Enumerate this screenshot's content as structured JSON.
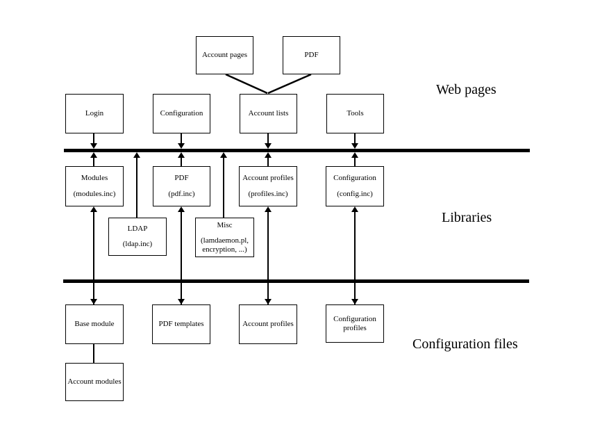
{
  "layers": {
    "web_pages": "Web pages",
    "libraries": "Libraries",
    "configuration_files": "Configuration files"
  },
  "boxes": {
    "account_pages": {
      "title": "Account pages"
    },
    "pdf_page": {
      "title": "PDF"
    },
    "login": {
      "title": "Login"
    },
    "configuration_page": {
      "title": "Configuration"
    },
    "account_lists": {
      "title": "Account lists"
    },
    "tools": {
      "title": "Tools"
    },
    "modules_lib": {
      "title": "Modules",
      "file": "(modules.inc)"
    },
    "pdf_lib": {
      "title": "PDF",
      "file": "(pdf.inc)"
    },
    "account_profiles_lib": {
      "title": "Account profiles",
      "file": "(profiles.inc)"
    },
    "configuration_lib": {
      "title": "Configuration",
      "file": "(config.inc)"
    },
    "ldap_lib": {
      "title": "LDAP",
      "file": "(ldap.inc)"
    },
    "misc_lib": {
      "title": "Misc",
      "file_line1": "(lamdaemon.pl,",
      "file_line2": "encryption, ...)"
    },
    "base_module": {
      "title": "Base module"
    },
    "pdf_templates": {
      "title": "PDF templates"
    },
    "account_profiles_files": {
      "title": "Account profiles"
    },
    "configuration_profiles": {
      "line1": "Configuration",
      "line2": "profiles"
    },
    "account_modules": {
      "title": "Account modules"
    }
  },
  "colors": {
    "ink": "#000000",
    "background": "#ffffff"
  }
}
